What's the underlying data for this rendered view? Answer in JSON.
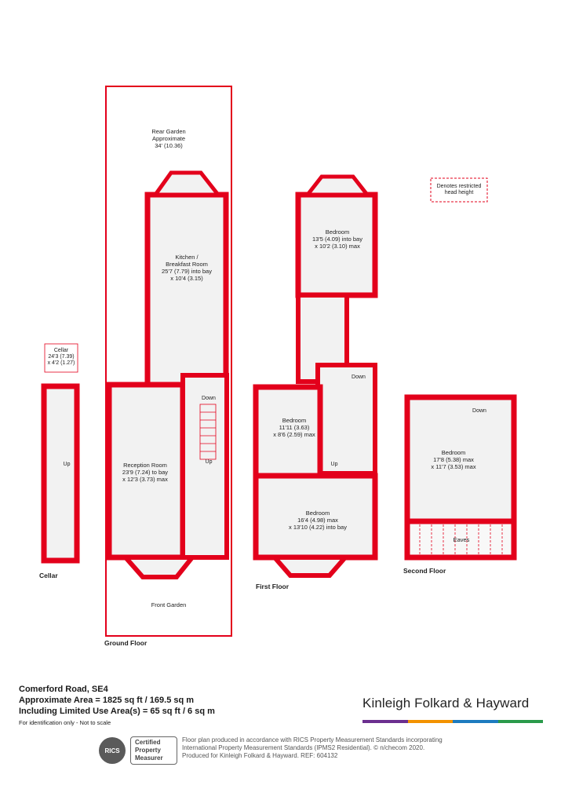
{
  "colors": {
    "wall": "#e3001b",
    "floor": "#f2f2f2",
    "brand_green": "#2a9a4a",
    "brand_purple": "#6b2f8f",
    "brand_orange": "#f39200",
    "brand_blue": "#1d7bbf"
  },
  "rooms": {
    "rear_garden": [
      "Rear Garden",
      "Approximate",
      "34' (10.36)"
    ],
    "kitchen": [
      "Kitchen /",
      "Breakfast Room",
      "25'7 (7.79) into bay",
      "x 10'4 (3.15)"
    ],
    "reception": [
      "Reception Room",
      "23'9 (7.24) to bay",
      "x 12'3 (3.73) max"
    ],
    "front_garden": "Front Garden",
    "cellar": [
      "Cellar",
      "24'3 (7.39)",
      "x 4'2 (1.27)"
    ],
    "bedroom1": [
      "Bedroom",
      "13'5 (4.09) into bay",
      "x 10'2 (3.10) max"
    ],
    "bedroom2": [
      "Bedroom",
      "11'11 (3.63)",
      "x 8'6 (2.59) max"
    ],
    "bedroom3": [
      "Bedroom",
      "16'4 (4.98) max",
      "x 13'10 (4.22) into bay"
    ],
    "bedroom4": [
      "Bedroom",
      "17'8 (5.38) max",
      "x 11'7 (3.53) max"
    ],
    "eaves": "Eaves"
  },
  "labels": {
    "down": "Down",
    "up": "Up",
    "restricted": [
      "Denotes restricted",
      "head height"
    ]
  },
  "floors": {
    "cellar": "Cellar",
    "ground": "Ground Floor",
    "first": "First Floor",
    "second": "Second Floor"
  },
  "footer": {
    "address": "Comerford Road, SE4",
    "approx_area": "Approximate Area = 1825 sq ft / 169.5 sq m",
    "limited_area": "Including Limited Use Area(s) = 65 sq ft / 6 sq m",
    "note": "For identification only - Not to scale",
    "brand": "Kinleigh Folkard & Hayward",
    "rics_logo": "RICS",
    "rics_badge": [
      "Certified",
      "Property",
      "Measurer"
    ],
    "disclaimer": [
      "Floor plan produced in accordance with RICS Property Measurement Standards incorporating",
      "International Property Measurement Standards (IPMS2 Residential).  © n/checom 2020.",
      "Produced for Kinleigh Folkard & Hayward.   REF: 604132"
    ]
  }
}
